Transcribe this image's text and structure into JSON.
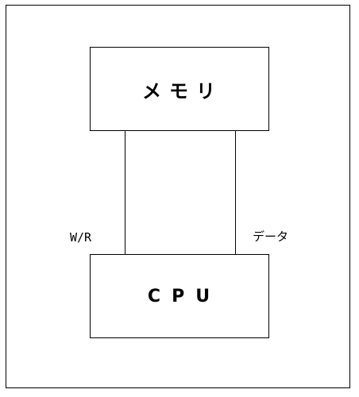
{
  "diagram": {
    "memory_label": "メモリ",
    "cpu_label": "CPU",
    "wr_label": "W/R",
    "data_label": "データ"
  }
}
